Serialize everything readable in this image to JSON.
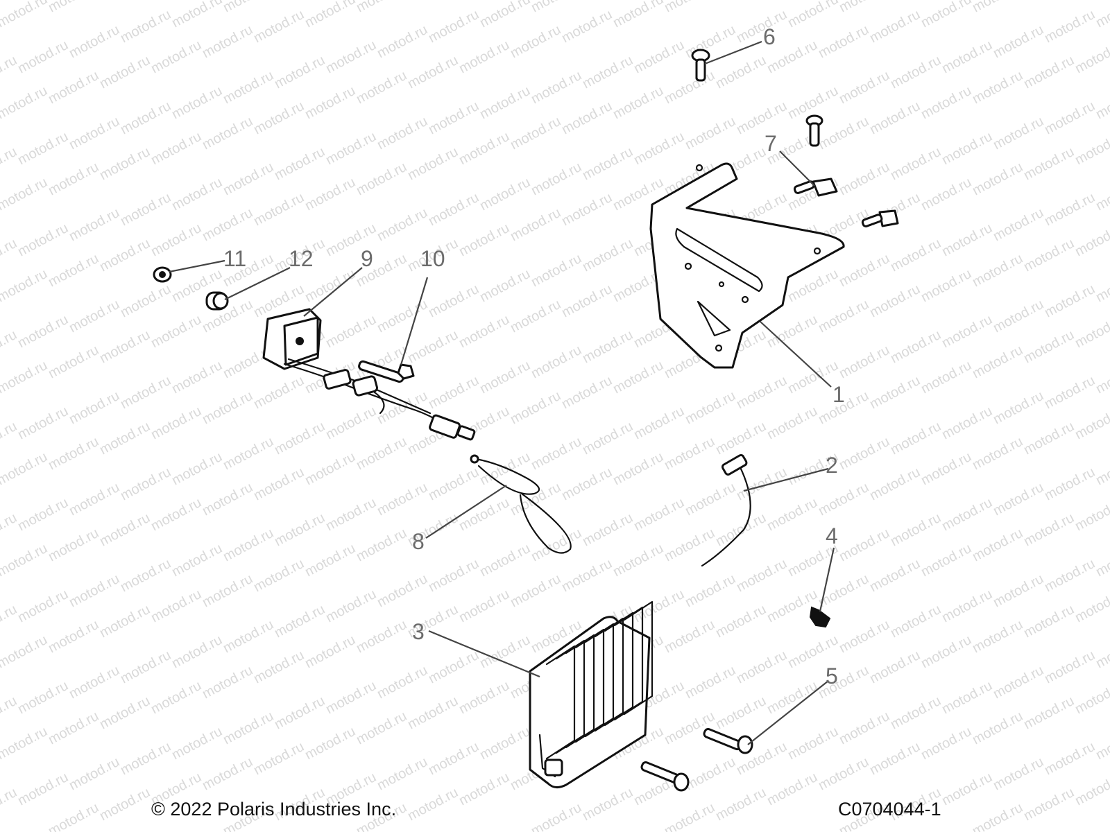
{
  "watermark": "motod.ru",
  "callouts": [
    "1",
    "2",
    "3",
    "4",
    "5",
    "6",
    "7",
    "8",
    "9",
    "10",
    "11",
    "12"
  ],
  "footer": {
    "copyright": "© 2022 Polaris Industries Inc.",
    "figure_code": "C0704044-1"
  },
  "colors": {
    "line": "#111111",
    "callout_text": "#6b6b6b",
    "watermark": "#d9d9d9",
    "background": "#ffffff"
  }
}
